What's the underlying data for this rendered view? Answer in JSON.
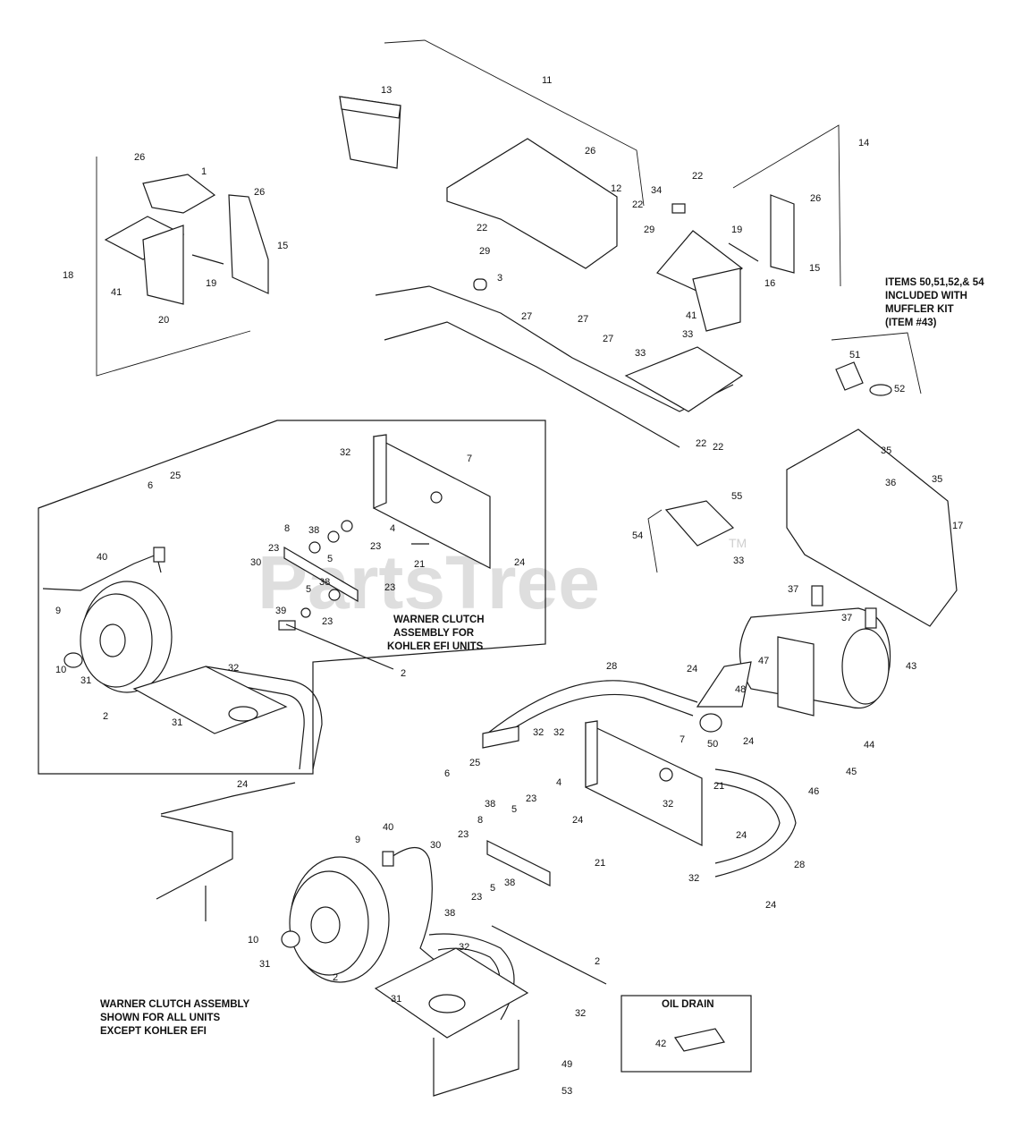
{
  "watermark": {
    "text": "PartsTree",
    "tm": "TM"
  },
  "notes": {
    "muffler_kit": [
      "ITEMS 50,51,52,& 54",
      "INCLUDED WITH",
      "MUFFLER KIT",
      "(ITEM #43)"
    ],
    "kohler_efi": [
      "WARNER CLUTCH",
      "ASSEMBLY FOR",
      "KOHLER EFI UNITS"
    ],
    "all_units": [
      "WARNER CLUTCH ASSEMBLY",
      "SHOWN FOR ALL UNITS",
      "EXCEPT KOHLER EFI"
    ],
    "oil_drain": "OIL DRAIN"
  },
  "callouts": [
    "1",
    "2",
    "2",
    "2",
    "2",
    "3",
    "4",
    "4",
    "5",
    "5",
    "5",
    "5",
    "6",
    "6",
    "7",
    "7",
    "8",
    "8",
    "9",
    "9",
    "10",
    "10",
    "11",
    "12",
    "13",
    "14",
    "15",
    "15",
    "16",
    "17",
    "18",
    "19",
    "19",
    "20",
    "21",
    "21",
    "21",
    "22",
    "22",
    "22",
    "22",
    "22",
    "23",
    "23",
    "23",
    "23",
    "23",
    "23",
    "23",
    "24",
    "24",
    "24",
    "24",
    "24",
    "24",
    "24",
    "25",
    "25",
    "26",
    "26",
    "26",
    "26",
    "27",
    "27",
    "27",
    "28",
    "28",
    "29",
    "29",
    "30",
    "30",
    "31",
    "31",
    "31",
    "31",
    "32",
    "32",
    "32",
    "32",
    "32",
    "32",
    "32",
    "32",
    "33",
    "33",
    "33",
    "34",
    "35",
    "35",
    "36",
    "37",
    "37",
    "38",
    "38",
    "38",
    "38",
    "38",
    "39",
    "40",
    "40",
    "41",
    "41",
    "42",
    "43",
    "44",
    "45",
    "46",
    "47",
    "48",
    "49",
    "50",
    "51",
    "52",
    "53",
    "54",
    "55"
  ]
}
